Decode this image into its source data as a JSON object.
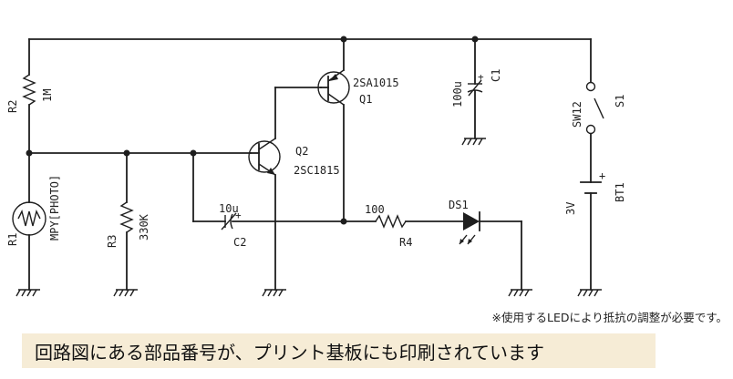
{
  "components": {
    "r2": {
      "ref": "R2",
      "value": "1M"
    },
    "r1": {
      "ref": "R1",
      "value": "MPY[PHOTO]"
    },
    "r3": {
      "ref": "R3",
      "value": "330K"
    },
    "r4": {
      "ref": "R4",
      "value": "100"
    },
    "c1": {
      "ref": "C1",
      "value": "100u"
    },
    "c2": {
      "ref": "C2",
      "value": "10u"
    },
    "q1": {
      "ref": "Q1",
      "value": "2SA1015"
    },
    "q2": {
      "ref": "Q2",
      "value": "2SC1815"
    },
    "ds1": {
      "ref": "DS1"
    },
    "s1": {
      "ref": "S1",
      "value": "SW12"
    },
    "bt1": {
      "ref": "BT1",
      "value": "3V",
      "polarity": "+"
    }
  },
  "note": "※使用するLEDにより抵抗の調整が必要です。",
  "banner": "回路図にある部品番号が、プリント基板にも印刷されています",
  "colors": {
    "ink": "#1e1e1e",
    "banner_bg": "#f6ecd6"
  }
}
